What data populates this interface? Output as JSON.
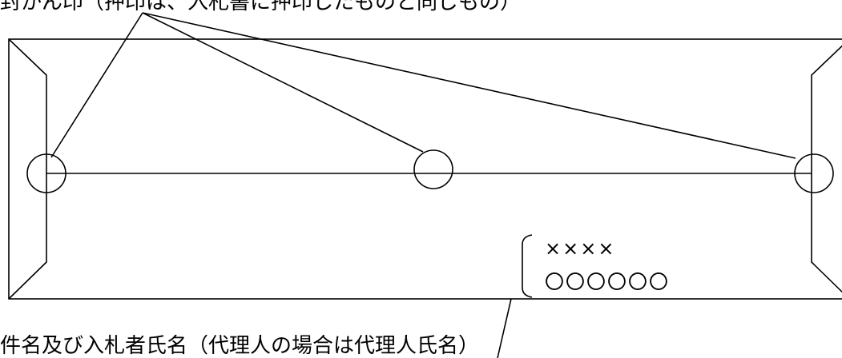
{
  "captions": {
    "top": "封かん印（押印は、入札書に押印したものと同じもの）",
    "bottom": "件名及び入札者氏名（代理人の場合は代理人氏名）"
  },
  "sample_text": {
    "line1": "××××",
    "line2": "〇〇〇〇〇〇"
  },
  "colors": {
    "stroke": "#000000",
    "background": "#ffffff"
  }
}
